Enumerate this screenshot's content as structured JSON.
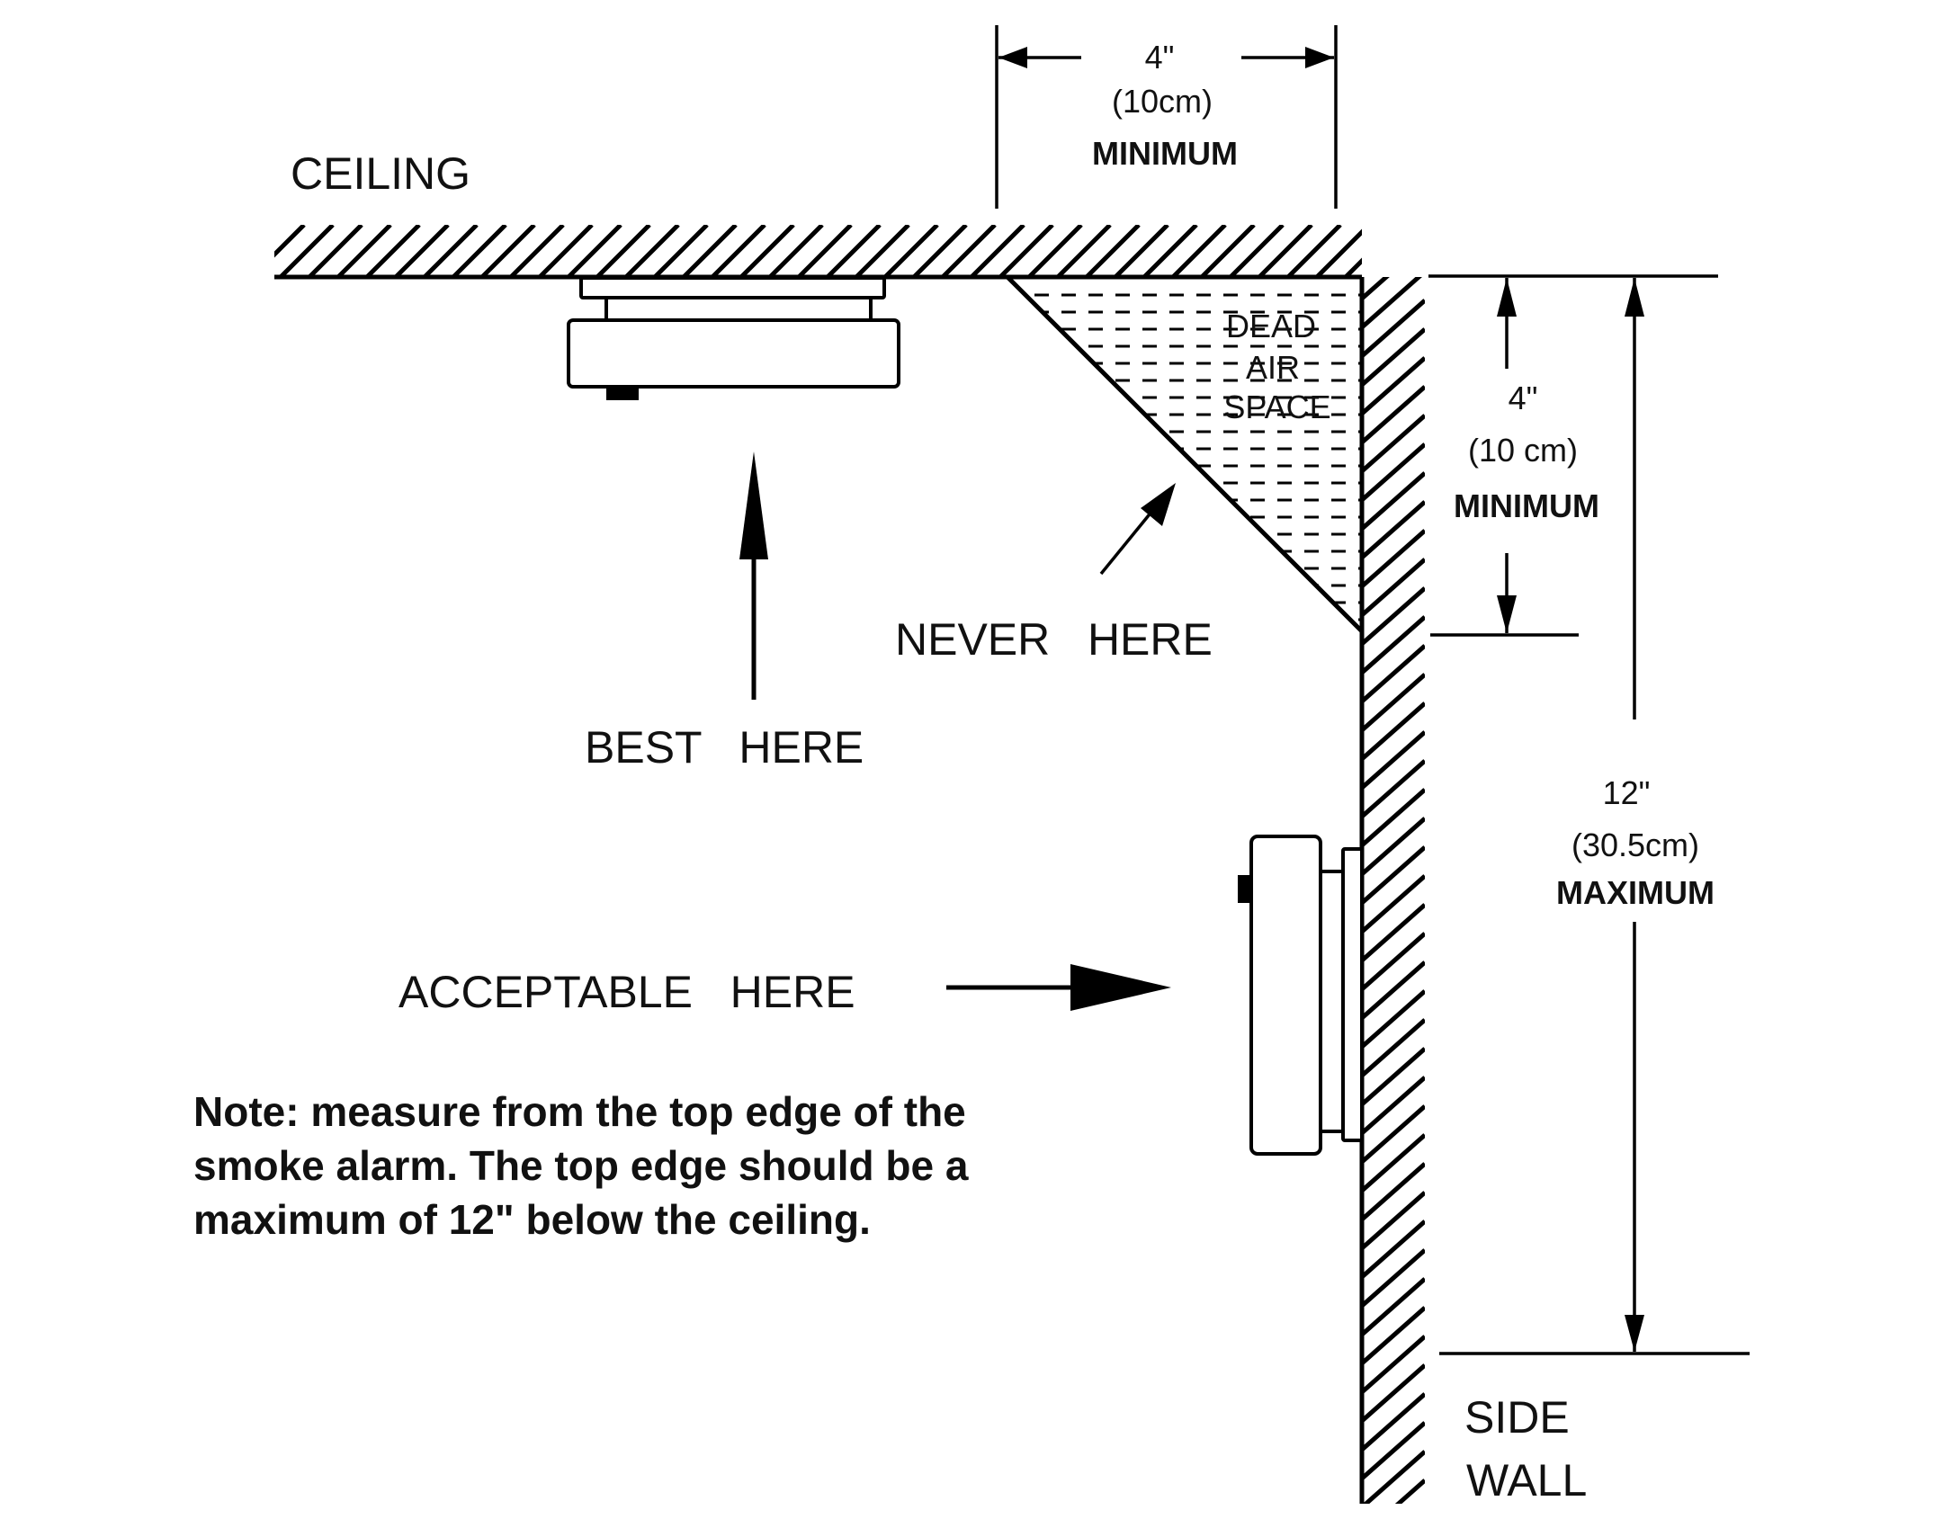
{
  "labels": {
    "ceiling": "CEILING",
    "side_wall_line1": "SIDE",
    "side_wall_line2": "WALL",
    "dead_air_line1": "DEAD",
    "dead_air_line2": "AIR",
    "dead_air_line3": "SPACE",
    "best_here": "BEST   HERE",
    "never_here": "NEVER   HERE",
    "acceptable_here": "ACCEPTABLE   HERE"
  },
  "dimensions": {
    "ceiling_offset": {
      "value": "4\"",
      "metric": "(10cm)",
      "qualifier": "MINIMUM"
    },
    "wall_min": {
      "value": "4\"",
      "metric": "(10 cm)",
      "qualifier": "MINIMUM"
    },
    "wall_max": {
      "value": "12\"",
      "metric": "(30.5cm)",
      "qualifier": "MAXIMUM"
    }
  },
  "note": {
    "line1": "Note: measure from the top edge of the",
    "line2": "smoke alarm. The top edge should be a",
    "line3": "maximum of 12\" below the ceiling."
  }
}
